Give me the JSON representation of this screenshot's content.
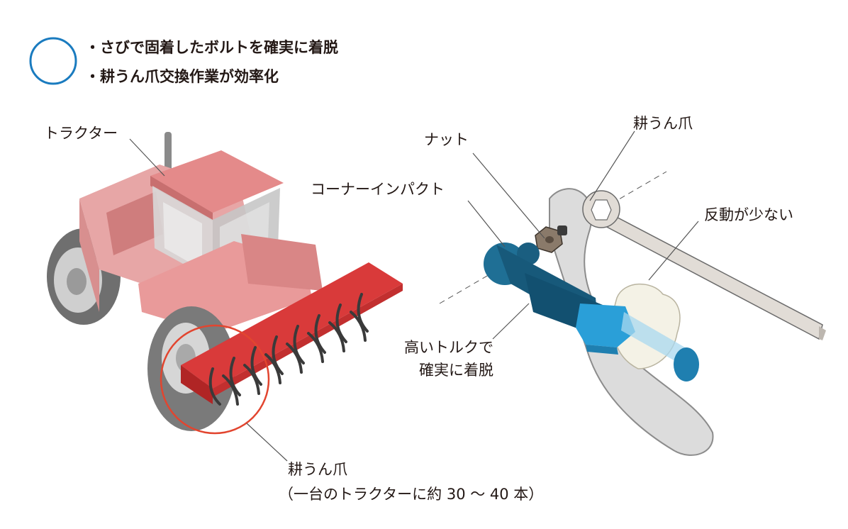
{
  "merits": {
    "line1": "・さびで固着したボルトを確実に着脱",
    "line2": "・耕うん爪交換作業が効率化"
  },
  "labels": {
    "tractor": "トラクター",
    "nut": "ナット",
    "corner_impact": "コーナーインパクト",
    "tine_right": "耕うん爪",
    "recoil": "反動が少ない",
    "torque_line1": "高いトルクで",
    "torque_line2": "確実に着脱",
    "tine_bottom_line1": "耕うん爪",
    "tine_bottom_line2": "（一台のトラクターに約 30 ～ 40 本）"
  },
  "icons": [
    "good-circle-icon"
  ],
  "colors": {
    "good_circle": "#1a7bbf",
    "highlight_circle": "#e2452f",
    "tractor_body": "#e5a3a3",
    "rotary_red": "#d93a3a",
    "tool_blue": "#1f6f95",
    "tool_blue_light": "#2a9fd8",
    "tine_plate": "#d9d9d9",
    "leader_line": "#555555"
  }
}
